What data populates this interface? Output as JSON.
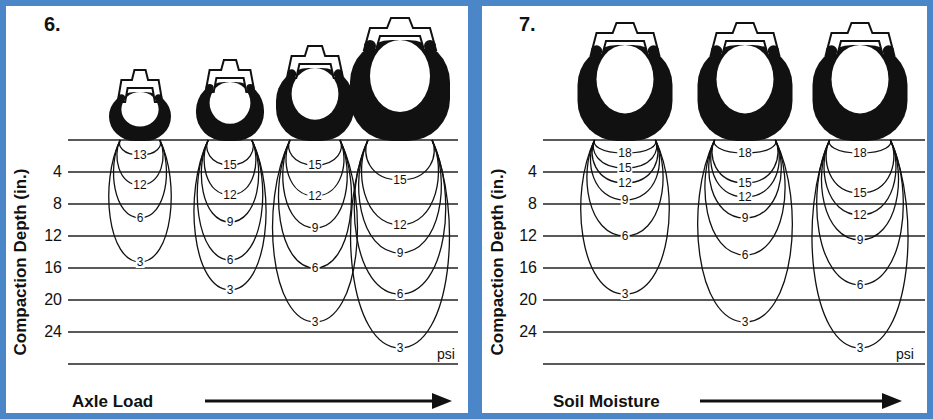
{
  "diagram": {
    "labels": [
      "6.",
      "Compaction Depth (in.)",
      "4",
      "8",
      "12",
      "16",
      "20",
      "24",
      "13",
      "12",
      "6",
      "3",
      "15",
      "12",
      "9",
      "6",
      "3",
      "15",
      "12",
      "9",
      "6",
      "3",
      "15",
      "12",
      "9",
      "6",
      "3",
      "psi",
      "Axle Load",
      "7.",
      "Compaction Depth (in.)",
      "4",
      "8",
      "12",
      "16",
      "20",
      "24",
      "18",
      "15",
      "12",
      "9",
      "6",
      "3",
      "18",
      "15",
      "12",
      "9",
      "6",
      "3",
      "18",
      "15",
      "12",
      "9",
      "6",
      "3",
      "psi",
      "Soil Moisture"
    ]
  }
}
